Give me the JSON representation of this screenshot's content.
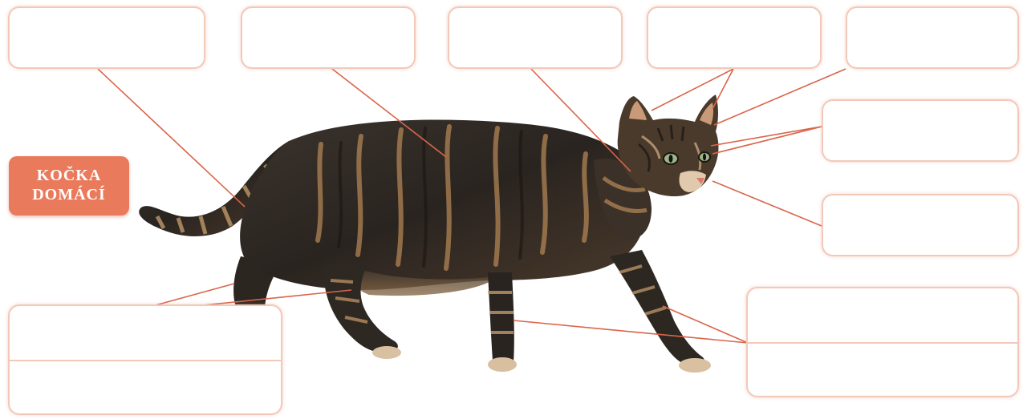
{
  "title_badge": {
    "line1": "KOČKA",
    "line2": "DOMÁCÍ"
  },
  "label_boxes": [
    {
      "name": "label-box-tail",
      "text": ""
    },
    {
      "name": "label-box-fur",
      "text": ""
    },
    {
      "name": "label-box-whiskers",
      "text": ""
    },
    {
      "name": "label-box-ears",
      "text": ""
    },
    {
      "name": "label-box-ear-tip",
      "text": ""
    },
    {
      "name": "label-box-eyes",
      "text": ""
    },
    {
      "name": "label-box-nose",
      "text": ""
    },
    {
      "name": "label-box-hind-legs",
      "text": ""
    },
    {
      "name": "label-box-front-legs",
      "text": ""
    }
  ],
  "colors": {
    "badge": "#ea7a5c",
    "box_border": "#f2c9b8",
    "leader_line": "#d9654a",
    "fur_dark": "#2b2622",
    "fur_tan": "#b98a57"
  }
}
